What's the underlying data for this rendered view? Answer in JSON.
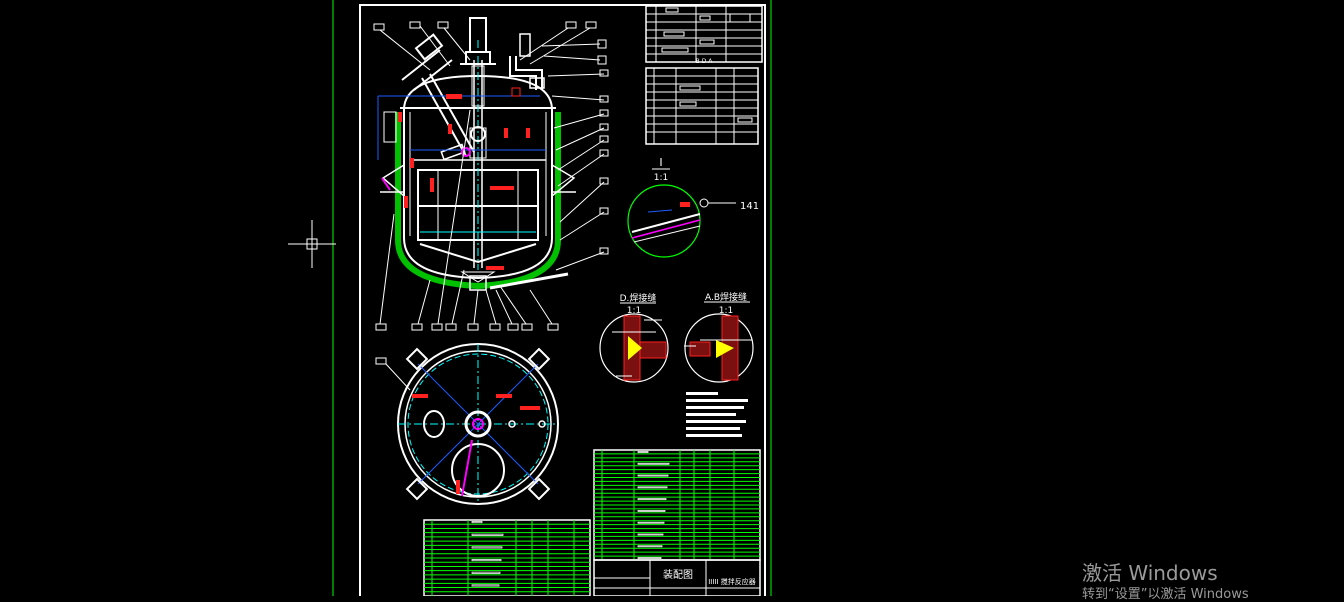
{
  "drawing": {
    "detail_I_label": "I",
    "detail_I_scale": "1:1",
    "detail_I_callout": "141",
    "detail_D_label": "D.焊接缝",
    "detail_D_scale": "1:1",
    "detail_AB_label": "A.B焊接缝",
    "detail_AB_scale": "1:1",
    "table_bda_label": "B D A",
    "title_text": "装配图",
    "title_name": "IIIII 搅拌反应器"
  },
  "watermark": {
    "line1": "激活 Windows",
    "line2": "转到“设置”以激活 Windows"
  },
  "colors": {
    "background": "#000000",
    "frame": "#00ff00",
    "line": "#ffffff",
    "center": "#00ffff",
    "hidden": "#1f5cff",
    "red": "#ff2020",
    "magenta": "#ff00ff",
    "yellow": "#ffff00",
    "table_green": "#00ff00"
  }
}
